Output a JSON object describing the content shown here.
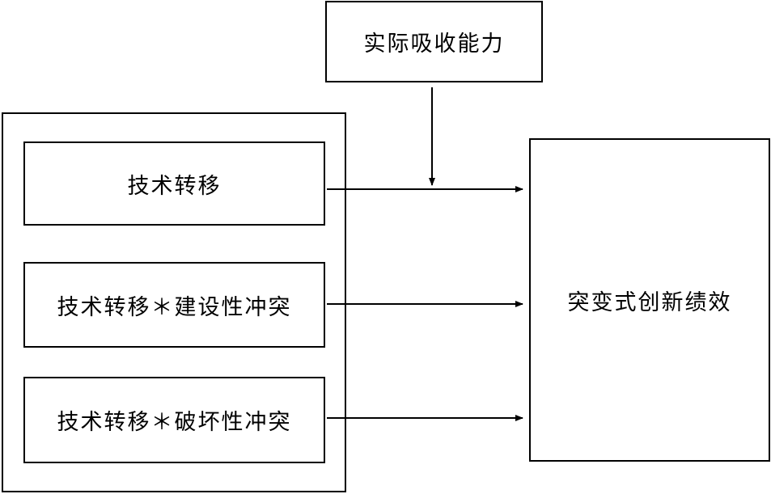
{
  "diagram": {
    "moderator": "实际吸收能力",
    "predictors": [
      "技术转移",
      "技术转移＊建设性冲突",
      "技术转移＊破坏性冲突"
    ],
    "outcome": "突变式创新绩效"
  }
}
